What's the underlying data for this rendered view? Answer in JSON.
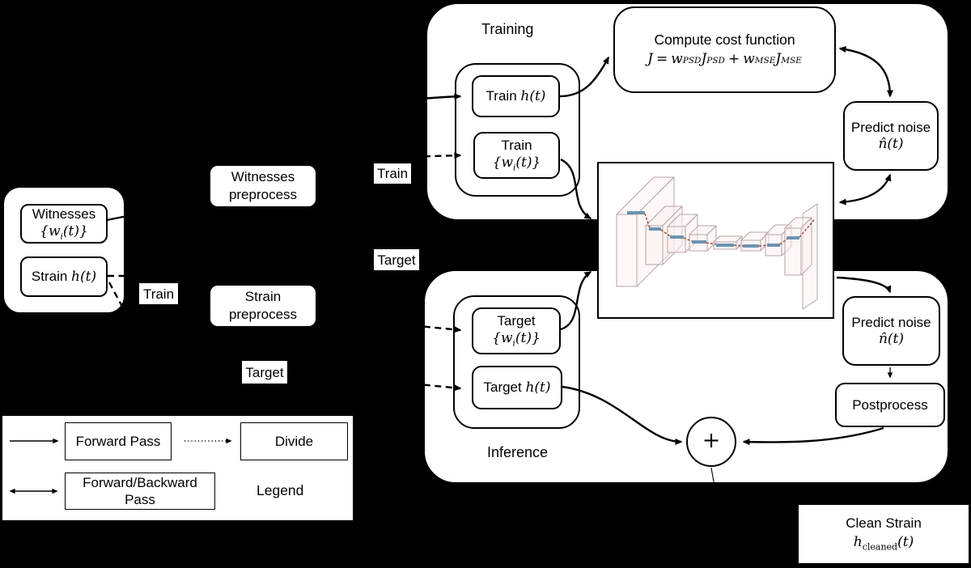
{
  "colors": {
    "background": "#000000",
    "panel": "#ffffff",
    "line": "#000000",
    "nn_fill": "#fbf1f0",
    "nn_stroke": "#b7a4a4",
    "nn_bar_blue": "#6d93ae",
    "nn_link_red": "#a8524f"
  },
  "left_group": {
    "witnesses_box": {
      "title": "Witnesses",
      "math_pre": "{w",
      "math_sub": "i",
      "math_post": "(t)}"
    },
    "strain_box": {
      "title": "Strain",
      "math": "h(t)"
    }
  },
  "labels": {
    "train_left": "Train",
    "train_mid": "Train",
    "target_mid": "Target",
    "target_bottom": "Target"
  },
  "preprocess": {
    "witnesses": "Witnesses preprocess",
    "strain": "Strain preprocess"
  },
  "training": {
    "title": "Training",
    "train_h_box": {
      "title": "Train",
      "math": "h(t)"
    },
    "train_w_box": {
      "title": "Train",
      "math_pre": "{w",
      "math_sub": "i",
      "math_post": "(t)}"
    },
    "cost_box": {
      "title": "Compute cost function",
      "eq_j": "J",
      "eq_eq": "=",
      "eq_w1": "w",
      "eq_s1": "PSD",
      "eq_J1": "J",
      "eq_s2": "PSD",
      "eq_plus": "+",
      "eq_w2": "w",
      "eq_s3": "MSE",
      "eq_J2": "J",
      "eq_s4": "MSE"
    },
    "predict_box": {
      "title": "Predict noise",
      "math": "n̂(t)"
    }
  },
  "inference": {
    "title": "Inference",
    "target_w_box": {
      "title": "Target",
      "math_pre": "{w",
      "math_sub": "i",
      "math_post": "(t)}"
    },
    "target_h_box": {
      "title": "Target",
      "math": "h(t)"
    },
    "predict_box": {
      "title": "Predict noise",
      "math": "n̂(t)"
    },
    "postprocess_box": {
      "title": "Postprocess"
    },
    "sum_node": "+"
  },
  "output_box": {
    "title": "Clean Strain",
    "math_h": "h",
    "math_sub": "cleaned",
    "math_post": "(t)"
  },
  "legend": {
    "title": "Legend",
    "forward": "Forward Pass",
    "divide": "Divide",
    "forward_backward": "Forward/Backward Pass"
  }
}
